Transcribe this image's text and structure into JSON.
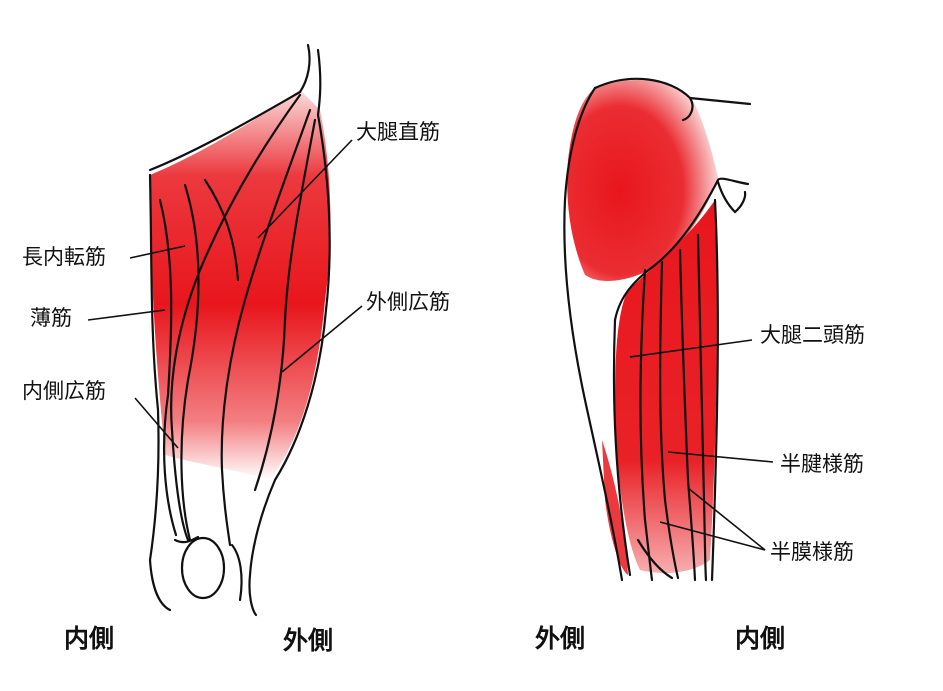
{
  "front": {
    "labels": {
      "rectus_femoris": "大腿直筋",
      "adductor_longus": "長内転筋",
      "gracilis": "薄筋",
      "vastus_lateralis": "外側広筋",
      "vastus_medialis": "内側広筋"
    },
    "side_inner": "内側",
    "side_outer": "外側"
  },
  "back": {
    "labels": {
      "biceps_femoris": "大腿二頭筋",
      "semitendinosus": "半腱様筋",
      "semimembranosus": "半膜様筋"
    },
    "side_outer": "外側",
    "side_inner": "内側"
  },
  "colors": {
    "muscle_red": "#e8161c",
    "outline": "#111111",
    "background": "#ffffff"
  }
}
